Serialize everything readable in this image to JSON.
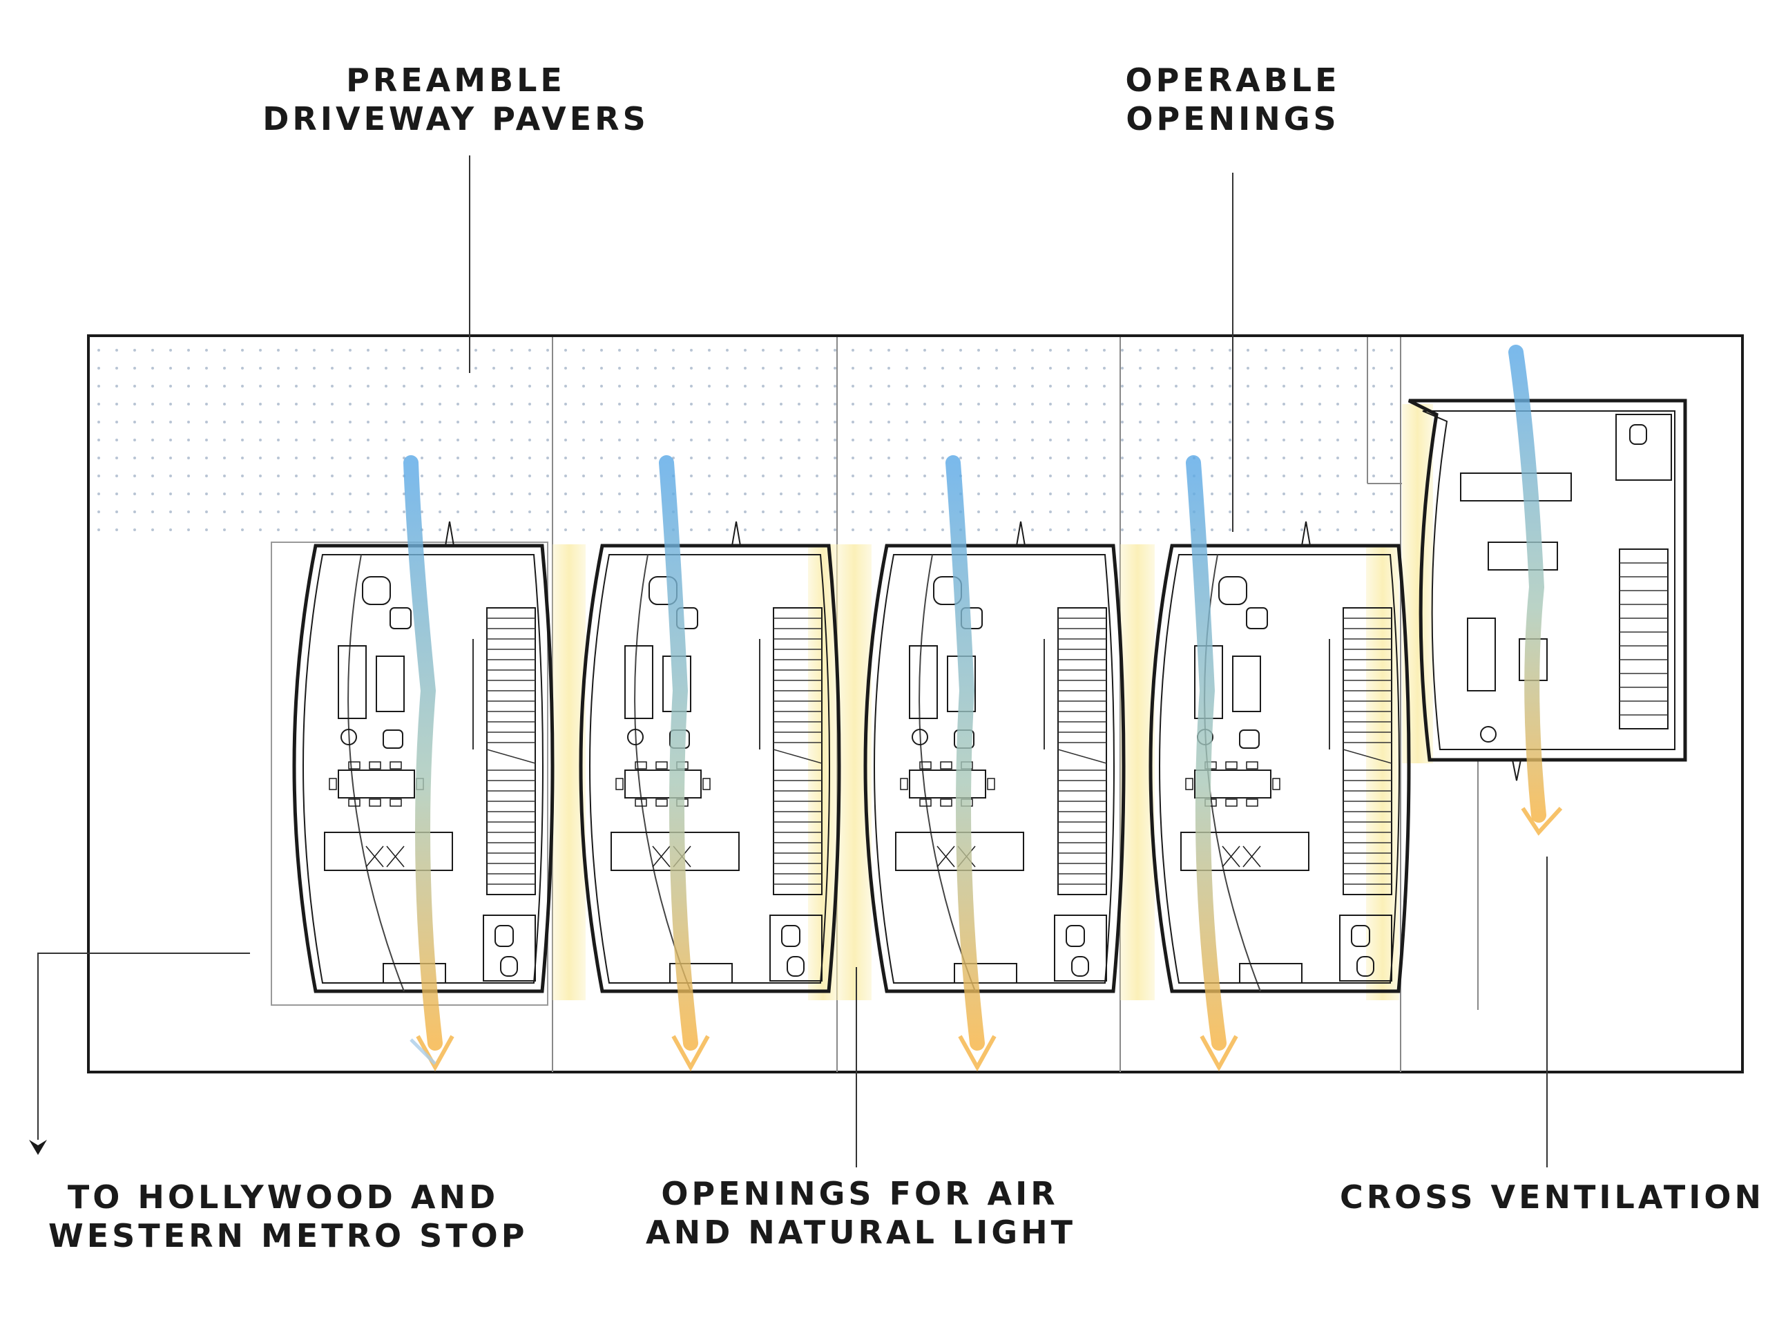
{
  "labels": {
    "preamble": {
      "line1": "PREAMBLE",
      "line2": "DRIVEWAY PAVERS"
    },
    "operable": {
      "line1": "OPERABLE",
      "line2": "OPENINGS"
    },
    "metro": {
      "line1": "TO HOLLYWOOD AND",
      "line2": "WESTERN METRO STOP"
    },
    "openings": {
      "line1": "OPENINGS FOR AIR",
      "line2": "AND NATURAL LIGHT"
    },
    "cross": {
      "line1": "CROSS VENTILATION"
    }
  },
  "colors": {
    "line": "#1a1a1a",
    "paving_dots": "#b8c4d4",
    "light_slot": "#fbf0b8",
    "air_top": "#5aa8e6",
    "air_bottom": "#f5b343"
  },
  "units": {
    "count": 4,
    "annex_count": 1
  }
}
